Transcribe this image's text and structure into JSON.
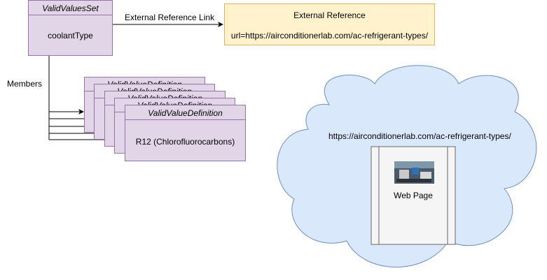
{
  "valid_values_set": {
    "stereotype": "ValidValuesSet",
    "name": "coolantType"
  },
  "external_link_label": "External Reference Link",
  "external_reference": {
    "title": "External Reference",
    "url_text": "url=https://airconditionerlab.com/ac-refrigerant-types/"
  },
  "members_label": "Members",
  "valid_value_definitions": [
    {
      "stereotype": "ValidValueDefinition"
    },
    {
      "stereotype": "ValidValueDefinition"
    },
    {
      "stereotype": "ValidValueDefinition"
    },
    {
      "stereotype": "ValidValueDefinition"
    },
    {
      "stereotype": "ValidValueDefinition",
      "value": "R12 (Chlorofluorocarbons)"
    }
  ],
  "cloud": {
    "url": "https://airconditionerlab.com/ac-refrigerant-types/",
    "web_page_label": "Web Page"
  },
  "colors": {
    "purple_fill": "#e1d5e7",
    "purple_stroke": "#9673a6",
    "yellow_fill": "#fff2cc",
    "yellow_stroke": "#d6b656",
    "cloud_fill": "#dae8fc",
    "cloud_stroke": "#6c8ebf",
    "page_fill": "#f5f5f5",
    "page_stroke": "#666666"
  }
}
